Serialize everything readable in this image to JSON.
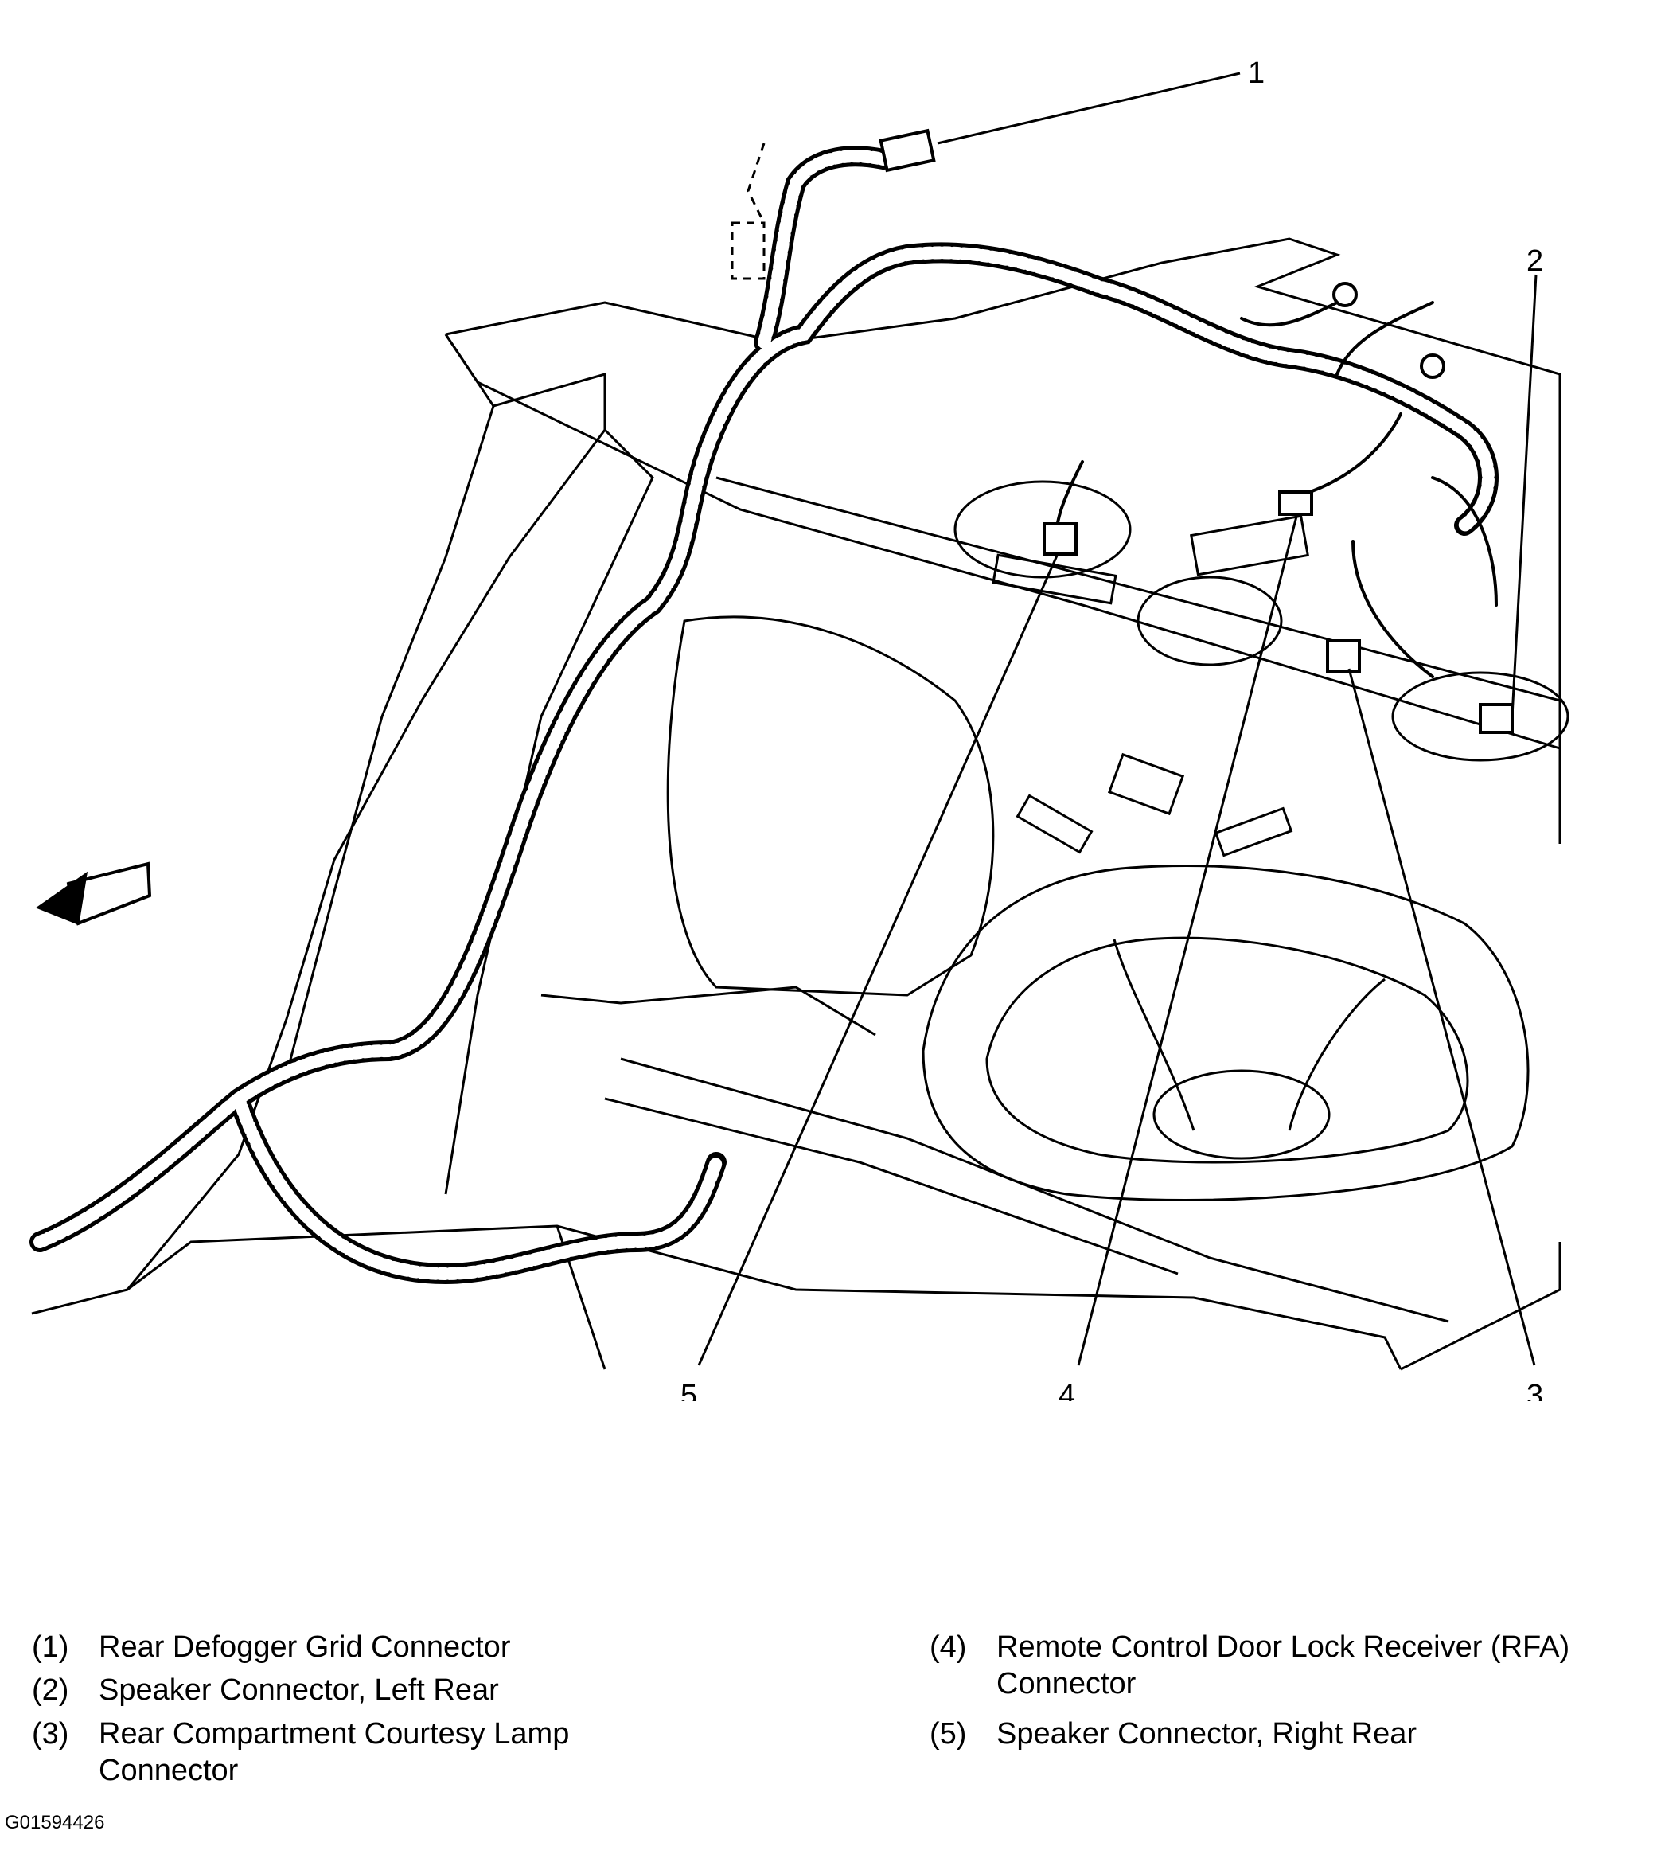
{
  "callouts": [
    {
      "number": "1",
      "label": "(1)",
      "description": "Rear Defogger Grid Connector"
    },
    {
      "number": "2",
      "label": "(2)",
      "description": "Speaker Connector, Left Rear"
    },
    {
      "number": "3",
      "label": "(3)",
      "description": "Rear Compartment Courtesy Lamp Connector"
    },
    {
      "number": "4",
      "label": "(4)",
      "description": "Remote Control Door Lock Receiver (RFA) Connector"
    },
    {
      "number": "5",
      "label": "(5)",
      "description": "Speaker Connector, Right Rear"
    }
  ],
  "figure_id": "G01594426",
  "colors": {
    "ink": "#000000",
    "paper": "#ffffff"
  },
  "icons": {
    "direction_arrow": "front-direction-arrow-icon"
  }
}
